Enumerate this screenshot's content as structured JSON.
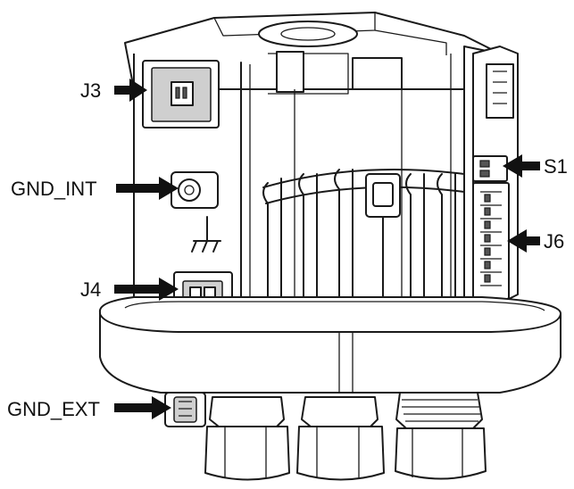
{
  "labels": {
    "j3": "J3",
    "gnd_int": "GND_INT",
    "j4": "J4",
    "gnd_ext": "GND_EXT",
    "s1": "S1",
    "j6": "J6"
  },
  "colors": {
    "line": "#1a1a1a",
    "arrow": "#111111",
    "fill_grey": "#cfcfcf"
  },
  "icons": {
    "ground": "ground-symbol-icon"
  }
}
